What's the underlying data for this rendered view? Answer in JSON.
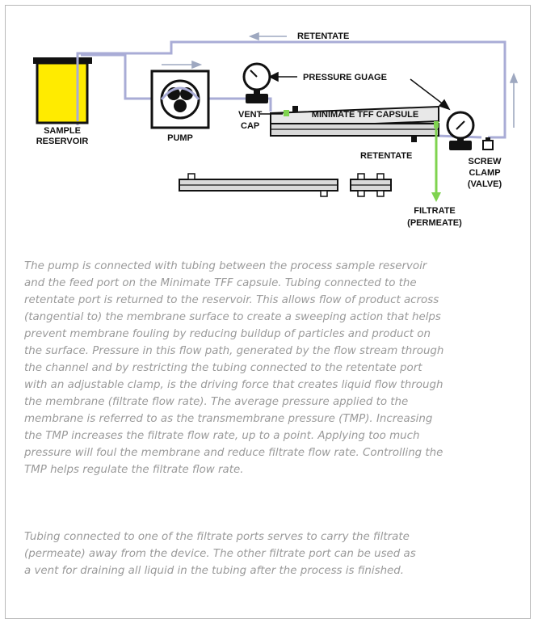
{
  "diagram": {
    "labels": {
      "retentate_top": "RETENTATE",
      "pressure_guage": "PRESSURE GUAGE",
      "vent_cap_1": "VENT",
      "vent_cap_2": "CAP",
      "minimate": "MINIMATE TFF CAPSULE",
      "sample_reservoir_1": "SAMPLE",
      "sample_reservoir_2": "RESERVOIR",
      "pump": "PUMP",
      "retentate_side": "RETENTATE",
      "screw_clamp_1": "SCREW",
      "screw_clamp_2": "CLAMP",
      "screw_clamp_3": "(VALVE)",
      "filtrate_1": "FILTRATE",
      "filtrate_2": "(PERMEATE)"
    },
    "colors": {
      "tubing": "#a9acd6",
      "reservoir_fill": "#ffeb00",
      "filtrate_arrow": "#7fd34f",
      "gray_arrow": "#9ea8c0"
    }
  },
  "caption": {
    "paragraph1": [
      "The pump is connected with tubing between the process sample reservoir",
      "and the feed port on the Minimate TFF capsule. Tubing connected to the",
      "retentate port is returned to the reservoir. This allows flow of product across",
      "(tangential to) the membrane surface to create a sweeping action that helps",
      "prevent membrane fouling by reducing buildup of particles and product on",
      "the surface. Pressure in this flow path, generated by the flow stream through",
      "the channel and by restricting the tubing connected to the retentate port",
      "with an adjustable clamp, is the driving force that creates liquid flow through",
      "the membrane (filtrate flow rate). The average pressure applied to the",
      "membrane is referred to as the transmembrane pressure (TMP). Increasing",
      "the TMP increases the filtrate flow rate, up to a point. Applying too much",
      "pressure will foul the membrane and reduce filtrate flow rate. Controlling the",
      "TMP helps regulate the filtrate flow rate."
    ],
    "paragraph2": [
      "Tubing connected to one of the filtrate ports serves to carry the filtrate",
      "(permeate) away from the device. The other filtrate port can be used as",
      "a vent for draining all liquid in the tubing after the process is finished."
    ]
  }
}
